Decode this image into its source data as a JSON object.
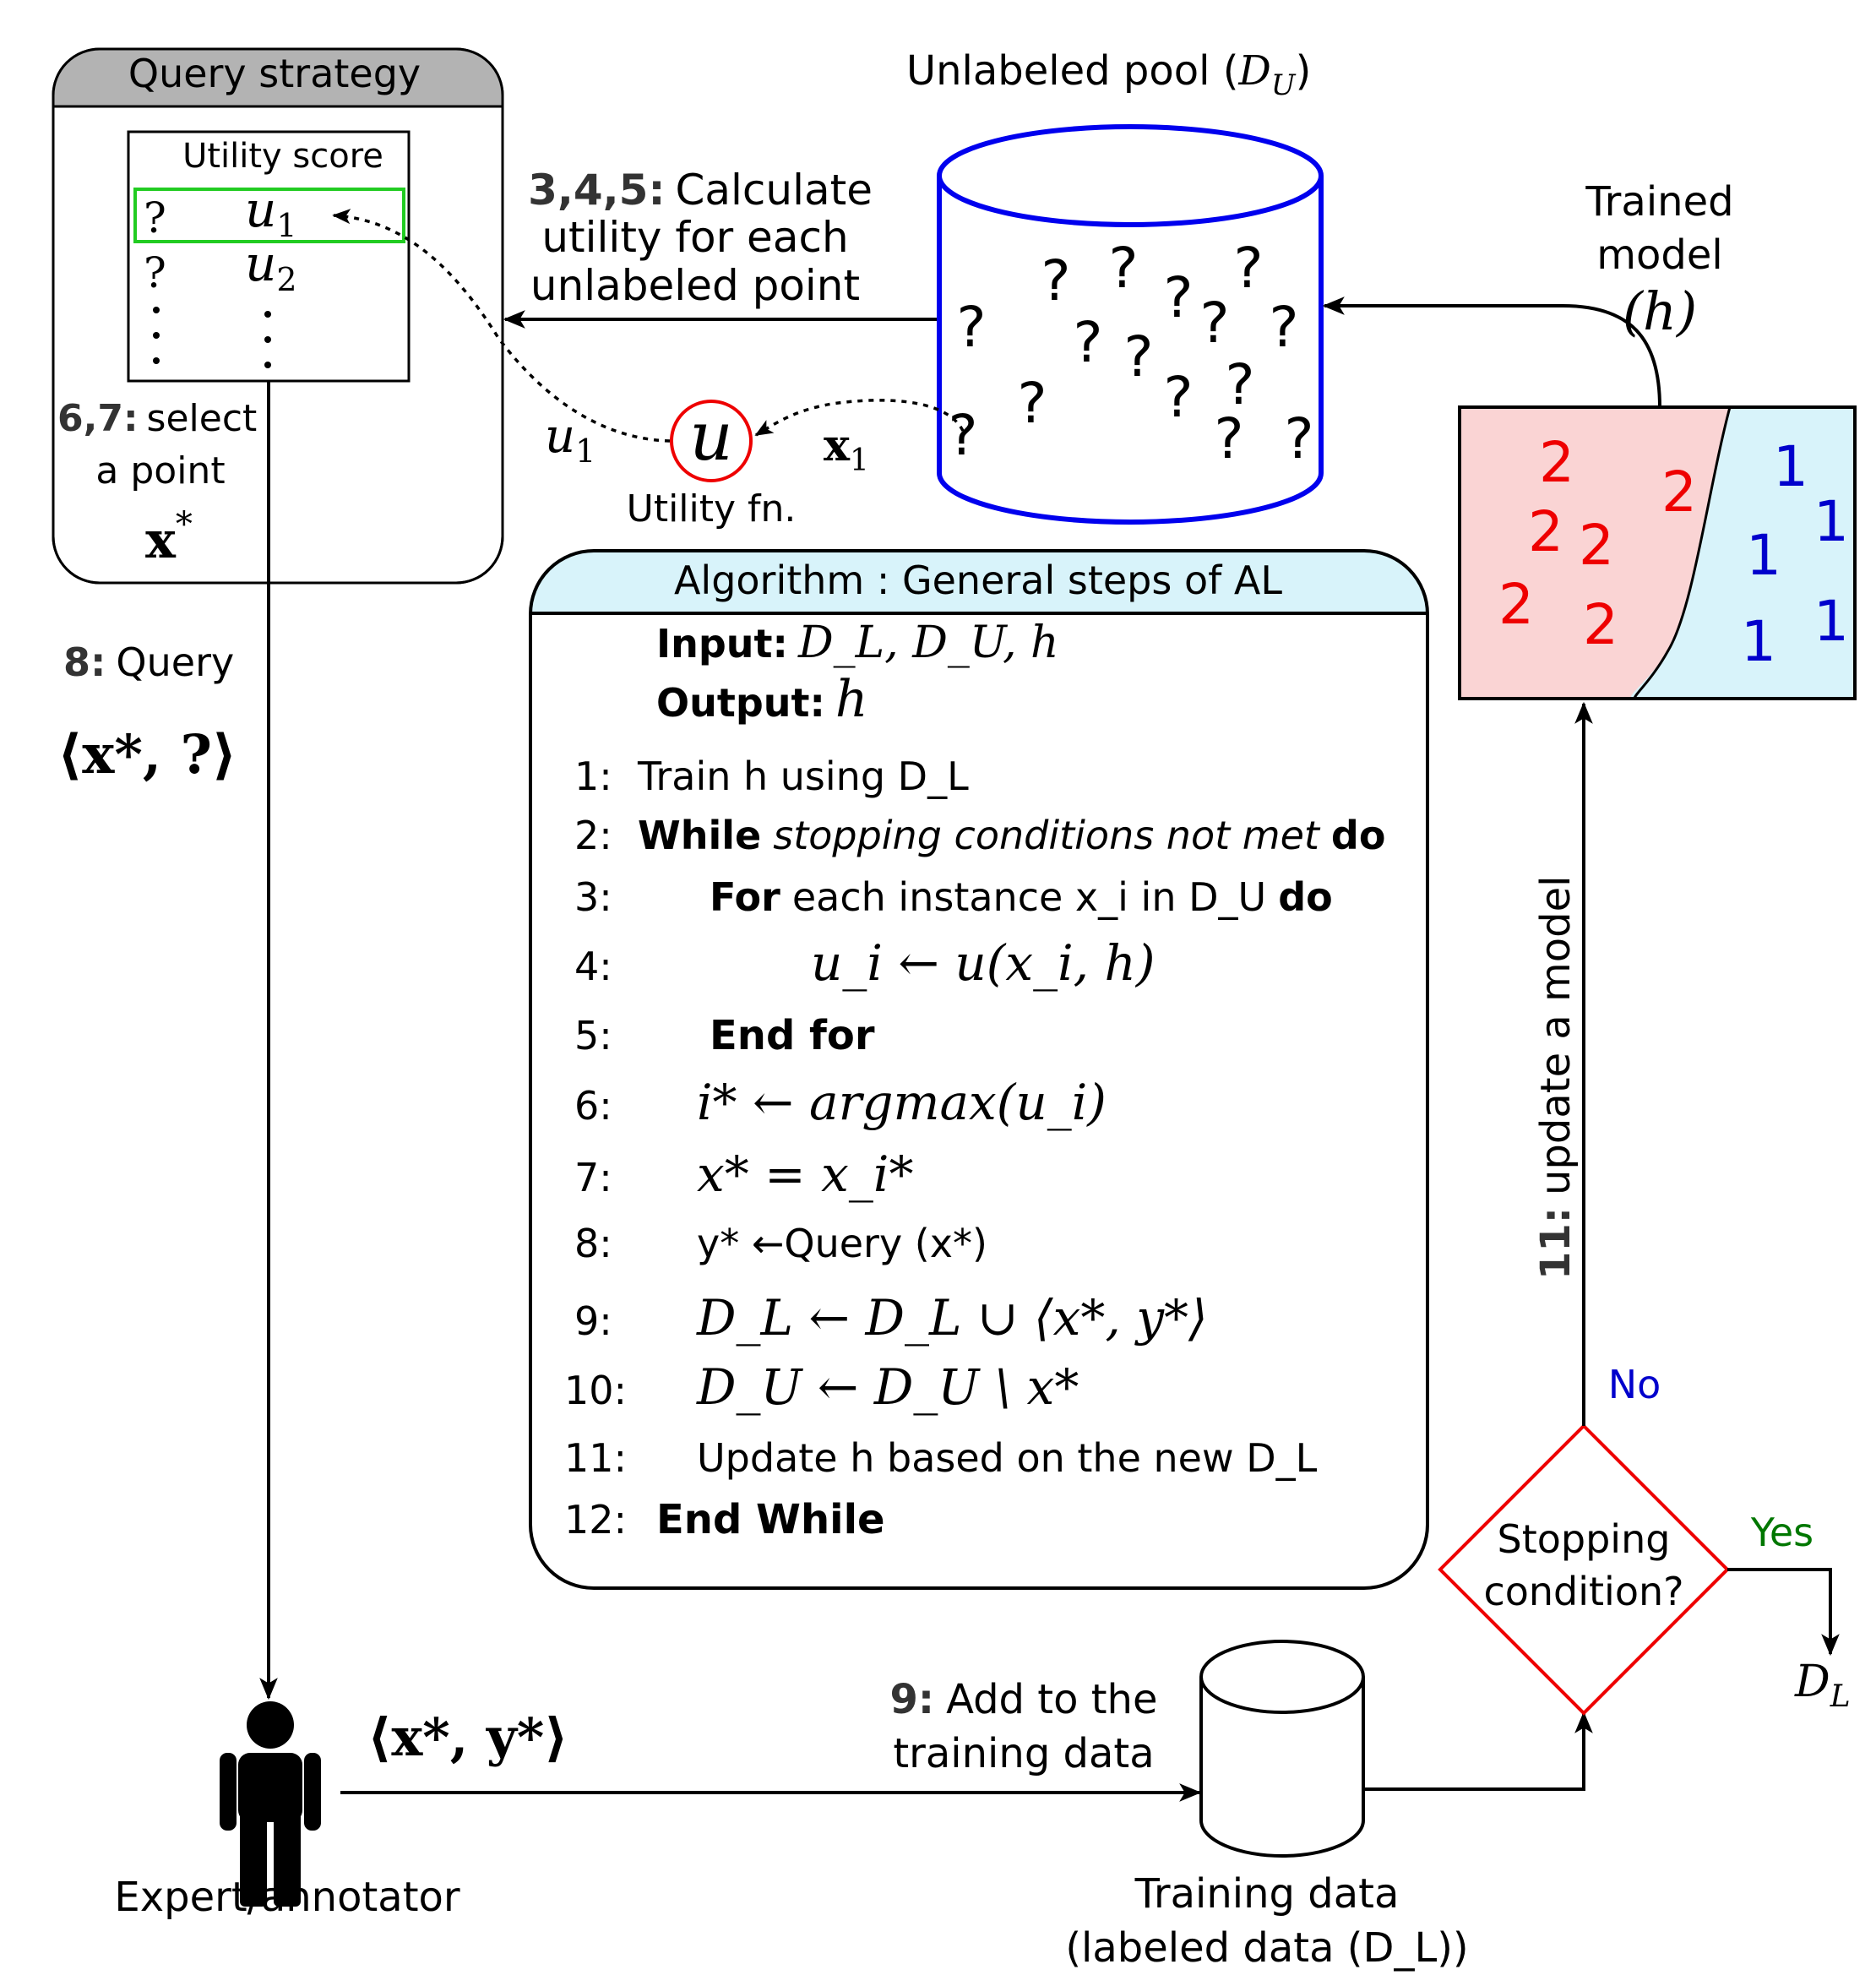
{
  "query_strategy": {
    "title": "Query strategy",
    "utility_score_label": "Utility score",
    "rows": [
      {
        "q": "?",
        "u": "u",
        "sub": "1"
      },
      {
        "q": "?",
        "u": "u",
        "sub": "2"
      }
    ],
    "step_label": "6,7:",
    "step_text_1": "select",
    "step_text_2": "a point",
    "x_star": "x",
    "x_star_sup": "*"
  },
  "calc_step": {
    "label": "3,4,5:",
    "text_1": "Calculate",
    "text_2": "utility for each",
    "text_3": "unlabeled point"
  },
  "unlabeled_pool": {
    "title": "Unlabeled pool (",
    "symbol": "D",
    "sub": "U",
    "close": ")",
    "mark": "?"
  },
  "utility_fn": {
    "symbol": "u",
    "label": "Utility fn.",
    "u1": "u",
    "u1_sub": "1",
    "x1": "x",
    "x1_sub": "1"
  },
  "trained_model": {
    "line1": "Trained",
    "line2": "model",
    "symbol": "(h)",
    "class_a": "2",
    "class_b": "1",
    "class_a_color": "#ee0000",
    "class_b_color": "#0000cc",
    "region_a_color": "#fad4d4",
    "region_b_color": "#d8f3fa"
  },
  "query": {
    "label": "8:",
    "text": "Query",
    "tuple": "⟨x*, ?⟩"
  },
  "algorithm": {
    "header": "Algorithm : General steps of AL",
    "header_color": "#d8f3fa",
    "input_label": "Input:",
    "input_value": "D_L, D_U, h",
    "output_label": "Output:",
    "output_value": "h",
    "steps": [
      {
        "n": "1:",
        "text": "Train h using D_L"
      },
      {
        "n": "2:",
        "kw": "While",
        "text": "stopping conditions not met",
        "kw2": "do"
      },
      {
        "n": "3:",
        "kw": "For",
        "text": "each instance x_i in D_U",
        "kw2": "do"
      },
      {
        "n": "4:",
        "text": "u_i ← u(x_i, h)"
      },
      {
        "n": "5:",
        "kw": "End for"
      },
      {
        "n": "6:",
        "text": "i* ← argmax(u_i)"
      },
      {
        "n": "7:",
        "text": "x* = x_i*"
      },
      {
        "n": "8:",
        "text": "y* ←Query (x*)"
      },
      {
        "n": "9:",
        "text": "D_L ← D_L ∪ ⟨x*, y*⟩"
      },
      {
        "n": "10:",
        "text": "D_U ← D_U \\ x*"
      },
      {
        "n": "11:",
        "text": "Update h based on the new D_L"
      },
      {
        "n": "12:",
        "kw": "End While"
      }
    ]
  },
  "expert": {
    "label": "Expert/annotator",
    "tuple": "⟨x*, y*⟩"
  },
  "add_step": {
    "label": "9:",
    "text_1": "Add to the",
    "text_2": "training data"
  },
  "training_data": {
    "line1": "Training data",
    "line2": "(labeled data (D_L))"
  },
  "decision": {
    "text_1": "Stopping",
    "text_2": "condition?",
    "yes": "Yes",
    "no": "No",
    "yes_color": "#007700",
    "no_color": "#0000cc",
    "output": "D_L"
  },
  "update_step": {
    "label": "11:",
    "text": "update a model"
  },
  "colors": {
    "pool": "#0000ee",
    "diamond": "#ee0000",
    "selection": "#22cc22",
    "utility_circle": "#ee0000",
    "header_gray": "#b3b3b3"
  }
}
